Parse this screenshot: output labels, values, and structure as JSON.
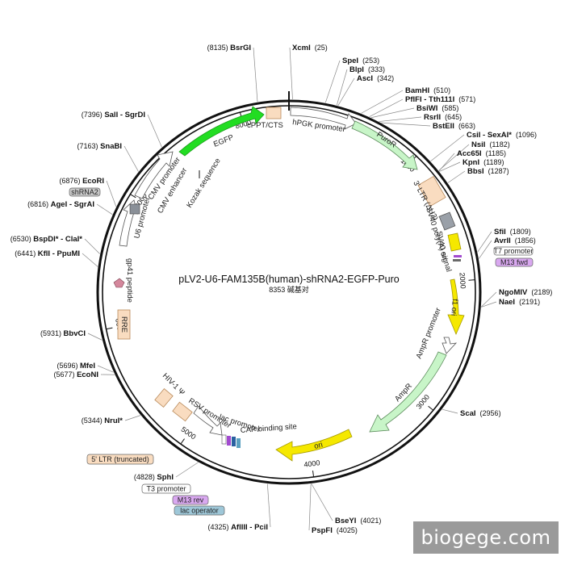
{
  "plasmid": {
    "name": "pLV2-U6-FAM135B(human)-shRNA2-EGFP-Puro",
    "size_text": "8353 碱基对",
    "total_bp": 8353
  },
  "ticks": [
    {
      "bp": 1000,
      "label": "1000"
    },
    {
      "bp": 2000,
      "label": "2000"
    },
    {
      "bp": 3000,
      "label": "3000"
    },
    {
      "bp": 4000,
      "label": "4000"
    },
    {
      "bp": 5000,
      "label": "5000"
    },
    {
      "bp": 6000,
      "label": "6000"
    },
    {
      "bp": 7000,
      "label": "7000"
    },
    {
      "bp": 8000,
      "label": "8000"
    }
  ],
  "sites": [
    {
      "name": "XcmI",
      "pos": "(25)",
      "bp": 25
    },
    {
      "name": "SpeI",
      "pos": "(253)",
      "bp": 253
    },
    {
      "name": "BlpI",
      "pos": "(333)",
      "bp": 333
    },
    {
      "name": "AscI",
      "pos": "(342)",
      "bp": 342
    },
    {
      "name": "BamHI",
      "pos": "(510)",
      "bp": 510
    },
    {
      "name": "PflFI - Tth111I",
      "pos": "(571)",
      "bp": 571
    },
    {
      "name": "BsiWI",
      "pos": "(585)",
      "bp": 585
    },
    {
      "name": "RsrII",
      "pos": "(645)",
      "bp": 645
    },
    {
      "name": "BstEII",
      "pos": "(663)",
      "bp": 663
    },
    {
      "name": "CsiI - SexAI*",
      "pos": "(1096)",
      "bp": 1096
    },
    {
      "name": "NsiI",
      "pos": "(1182)",
      "bp": 1182
    },
    {
      "name": "Acc65I",
      "pos": "(1185)",
      "bp": 1185
    },
    {
      "name": "KpnI",
      "pos": "(1189)",
      "bp": 1189
    },
    {
      "name": "BbsI",
      "pos": "(1287)",
      "bp": 1287
    },
    {
      "name": "SfiI",
      "pos": "(1809)",
      "bp": 1809
    },
    {
      "name": "AvrII",
      "pos": "(1856)",
      "bp": 1856
    },
    {
      "name": "NgoMIV",
      "pos": "(2189)",
      "bp": 2189
    },
    {
      "name": "NaeI",
      "pos": "(2191)",
      "bp": 2191
    },
    {
      "name": "ScaI",
      "pos": "(2956)",
      "bp": 2956
    },
    {
      "name": "BseYI",
      "pos": "(4021)",
      "bp": 4021
    },
    {
      "name": "PspFI",
      "pos": "(4025)",
      "bp": 4025
    },
    {
      "name": "AflIII - PciI",
      "pos": "(4325)",
      "bp": 4325
    },
    {
      "name": "SphI",
      "pos": "(4828)",
      "bp": 4828
    },
    {
      "name": "NruI*",
      "pos": "(5344)",
      "bp": 5344
    },
    {
      "name": "EcoNI",
      "pos": "(5677)",
      "bp": 5677
    },
    {
      "name": "MfeI",
      "pos": "(5696)",
      "bp": 5696
    },
    {
      "name": "BbvCI",
      "pos": "(5931)",
      "bp": 5931
    },
    {
      "name": "KflI - PpuMI",
      "pos": "(6441)",
      "bp": 6441
    },
    {
      "name": "BspDI* - ClaI*",
      "pos": "(6530)",
      "bp": 6530
    },
    {
      "name": "AgeI - SgrAI",
      "pos": "(6816)",
      "bp": 6816
    },
    {
      "name": "EcoRI",
      "pos": "(6876)",
      "bp": 6876
    },
    {
      "name": "SnaBI",
      "pos": "(7163)",
      "bp": 7163
    },
    {
      "name": "SalI - SgrDI",
      "pos": "(7396)",
      "bp": 7396
    },
    {
      "name": "BsrGI",
      "pos": "(8135)",
      "bp": 8135
    }
  ],
  "features": [
    {
      "name": "hPGK promoter"
    },
    {
      "name": "PuroR"
    },
    {
      "name": "3' LTR (ΔU3)"
    },
    {
      "name": "SV40 poly(A) signal"
    },
    {
      "name": "SV40 ori"
    },
    {
      "name": "f1 ori"
    },
    {
      "name": "AmpR promoter"
    },
    {
      "name": "AmpR"
    },
    {
      "name": "ori"
    },
    {
      "name": "CAP binding site"
    },
    {
      "name": "lac promoter"
    },
    {
      "name": "RSV promoter"
    },
    {
      "name": "HIV-1 Ψ"
    },
    {
      "name": "RRE"
    },
    {
      "name": "gp41 peptide"
    },
    {
      "name": "U6 promoter"
    },
    {
      "name": "CMV enhancer"
    },
    {
      "name": "CMV promoter"
    },
    {
      "name": "Kozak sequence"
    },
    {
      "name": "EGFP"
    },
    {
      "name": "cPPT/CTS"
    }
  ],
  "tags": [
    {
      "name": "shRNA2",
      "color": "#c8c8c8"
    },
    {
      "name": "T7 promoter",
      "color": "#ffffff"
    },
    {
      "name": "M13 fwd",
      "color": "#d9a8f0"
    },
    {
      "name": "5' LTR (truncated)",
      "color": "#f9dcc0"
    },
    {
      "name": "T3 promoter",
      "color": "#ffffff"
    },
    {
      "name": "M13 rev",
      "color": "#d9a8f0"
    },
    {
      "name": "lac operator",
      "color": "#9ec7d8"
    }
  ],
  "watermark": "biogege.com",
  "colors": {
    "egfp": "#22dd22",
    "puro": "#c8f5c8",
    "amp": "#c8f5c8",
    "ori_yellow": "#f5e800",
    "ltr_peach": "#f9dcc0",
    "promoter_white": "#ffffff",
    "sv40_gray": "#9aa0a8"
  }
}
